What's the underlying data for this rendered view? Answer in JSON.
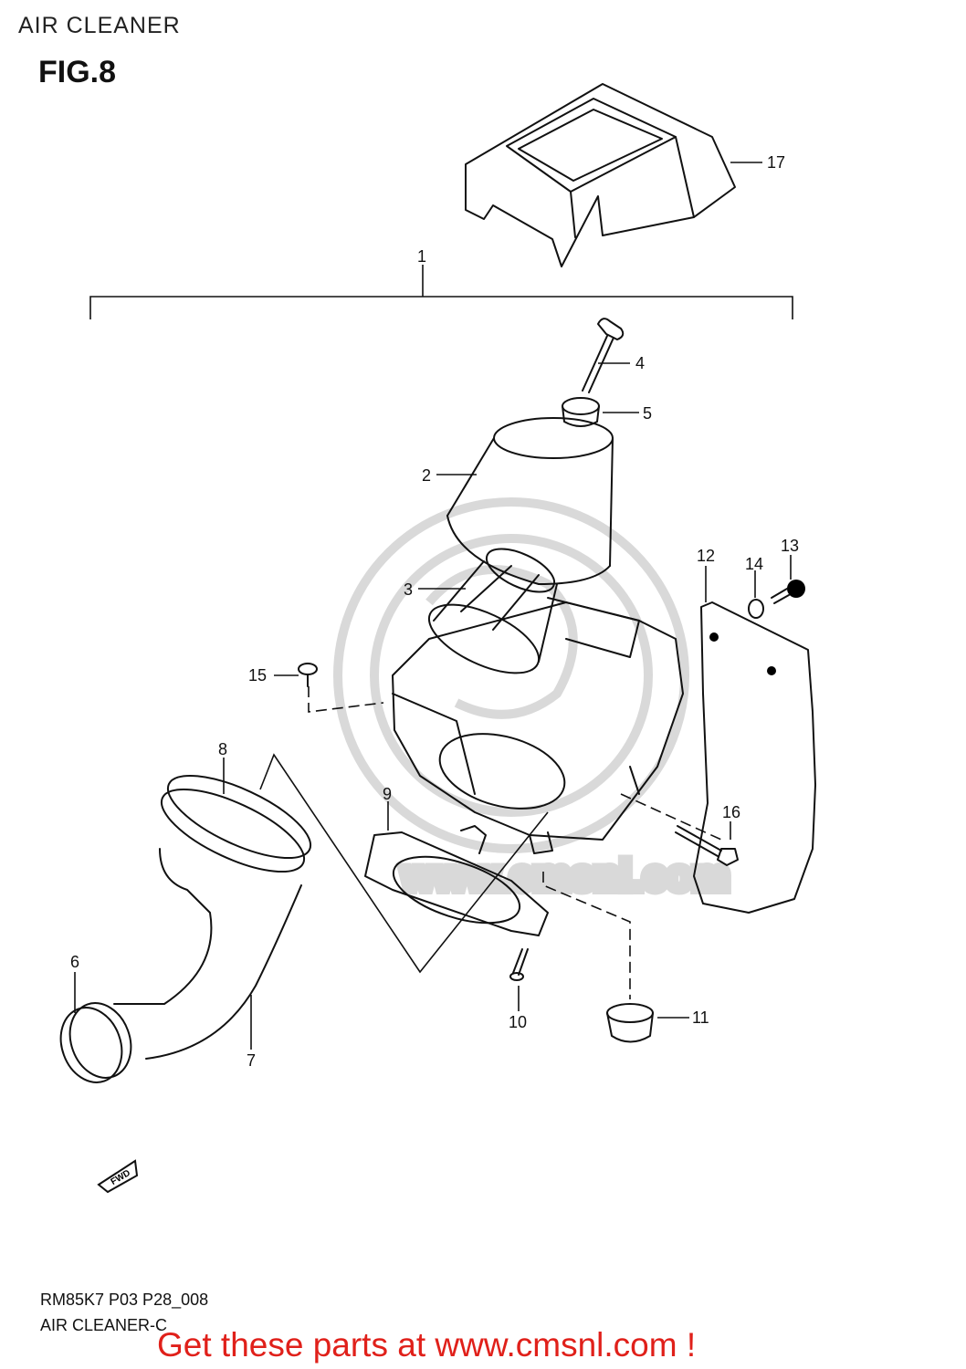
{
  "header": {
    "section_title": "AIR CLEANER",
    "figure_label": "FIG.8"
  },
  "callouts": [
    "1",
    "2",
    "3",
    "4",
    "5",
    "6",
    "7",
    "8",
    "9",
    "10",
    "11",
    "12",
    "13",
    "14",
    "15",
    "16",
    "17"
  ],
  "watermark": {
    "text": "www.cmsnl.com"
  },
  "fwd_arrow": {
    "label": "FWD"
  },
  "footer": {
    "model_code": "RM85K7 P03 P28_008",
    "diagram_name": "AIR CLEANER-C",
    "promo_text": "Get these parts at www.cmsnl.com !"
  },
  "colors": {
    "promo": "#e0201a",
    "line": "#111111",
    "watermark": "#d9d9d9"
  }
}
